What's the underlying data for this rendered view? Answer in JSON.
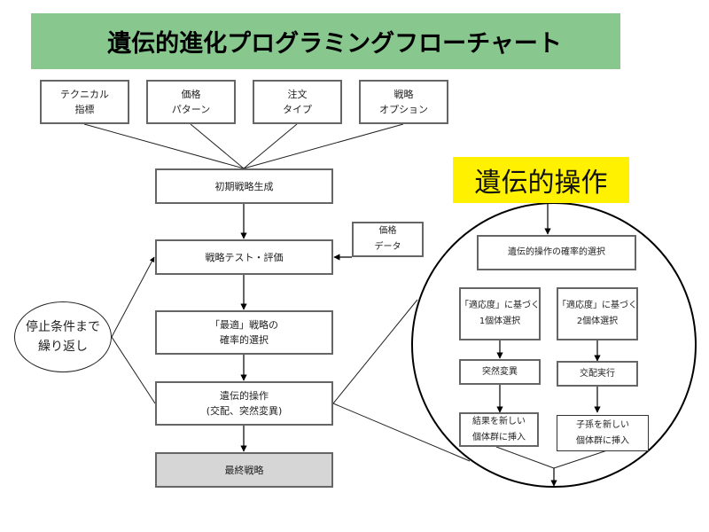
{
  "title": "遺伝的進化プログラミングフローチャート",
  "colors": {
    "title_bg": "#88c88f",
    "ops_label_bg": "#fff100",
    "final_box_bg": "#d6d6d6"
  },
  "inputs": [
    {
      "line1": "テクニカル",
      "line2": "指標"
    },
    {
      "line1": "価格",
      "line2": "パターン"
    },
    {
      "line1": "注文",
      "line2": "タイプ"
    },
    {
      "line1": "戦略",
      "line2": "オプション"
    }
  ],
  "main_flow": {
    "initial": "初期戦略生成",
    "test": "戦略テスト・評価",
    "select_line1": "「最適」戦略の",
    "select_line2": "確率的選択",
    "genetic_line1": "遺伝的操作",
    "genetic_line2": "(交配、突然変異)",
    "final": "最終戦略"
  },
  "price_data": {
    "line1": "価格",
    "line2": "データ"
  },
  "loop": {
    "line1": "停止条件まで",
    "line2": "繰り返し"
  },
  "genetic_ops": {
    "label": "遺伝的操作",
    "select": "遺伝的操作の確率的選択",
    "left": {
      "select_line1": "「適応度」に基づく",
      "select_line2": "1個体選択",
      "op": "突然変異",
      "insert_line1": "結果を新しい",
      "insert_line2": "個体群に挿入"
    },
    "right": {
      "select_line1": "「適応度」に基づく",
      "select_line2": "2個体選択",
      "op": "交配実行",
      "insert_line1": "子孫を新しい",
      "insert_line2": "個体群に挿入"
    }
  }
}
